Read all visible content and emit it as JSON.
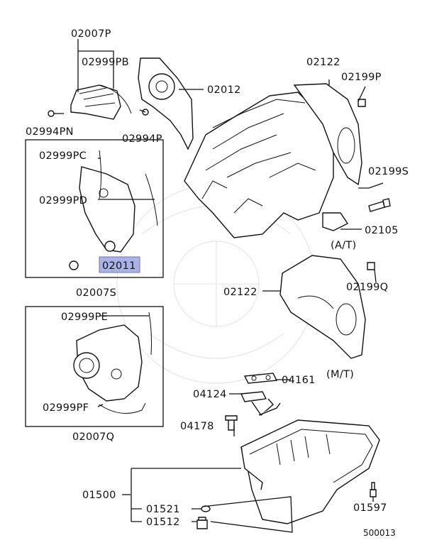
{
  "part_labels": {
    "p02007P": "02007P",
    "p02999PB": "02999PB",
    "p02012": "02012",
    "p02994PN": "02994PN",
    "p02994P": "02994P",
    "p02122_top": "02122",
    "p02199P": "02199P",
    "p02199S": "02199S",
    "p02105": "02105",
    "at_label": "(A/T)",
    "p02999PC": "02999PC",
    "p02999PD": "02999PD",
    "p02011": "02011",
    "p02007S": "02007S",
    "p02122_mid": "02122",
    "p02199Q": "02199Q",
    "p02999PE": "02999PE",
    "p02999PF": "02999PF",
    "p02007Q": "02007Q",
    "p04161": "04161",
    "mt_label": "(M/T)",
    "p04124": "04124",
    "p04178": "04178",
    "p01500": "01500",
    "p01521": "01521",
    "p01512": "01512",
    "p01597": "01597",
    "diagram_code": "500013"
  },
  "highlight_color": "#a9b3e6"
}
